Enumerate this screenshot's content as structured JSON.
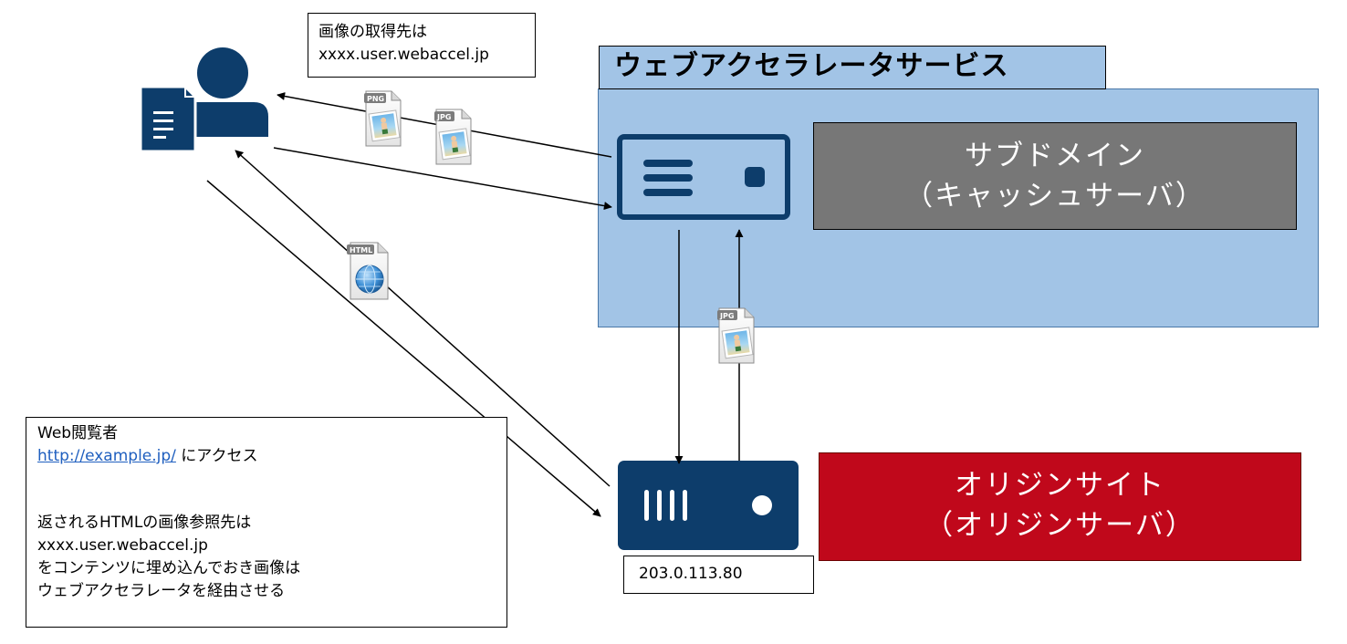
{
  "service": {
    "title": "ウェブアクセラレータサービス"
  },
  "cache_server": {
    "line1": "サブドメイン",
    "line2": "（キャッシュサーバ）"
  },
  "origin_server": {
    "line1": "オリジンサイト",
    "line2": "（オリジンサーバ）",
    "ip": "203.0.113.80"
  },
  "note_top": {
    "line1": "画像の取得先は",
    "line2": "xxxx.user.webaccel.jp"
  },
  "note_bottom": {
    "line1": "Web閲覧者",
    "link": "http://example.jp/",
    "link_suffix": " にアクセス",
    "line3": "返されるHTMLの画像参照先は",
    "line4": "xxxx.user.webaccel.jp",
    "line5": "をコンテンツに埋め込んでおき画像は",
    "line6": "ウェブアクセラレータを経由させる"
  },
  "files": {
    "png": "PNG",
    "jpg": "JPG",
    "html": "HTML"
  },
  "colors": {
    "icon_navy": "#0d3d6b",
    "service_fill": "#a2c4e6",
    "cache_fill": "#777777",
    "origin_fill": "#c0081b"
  },
  "icons": {
    "user": "user-document-icon",
    "cache": "server-icon",
    "origin": "server-icon",
    "image": "image-file-icon",
    "html": "html-file-icon"
  }
}
